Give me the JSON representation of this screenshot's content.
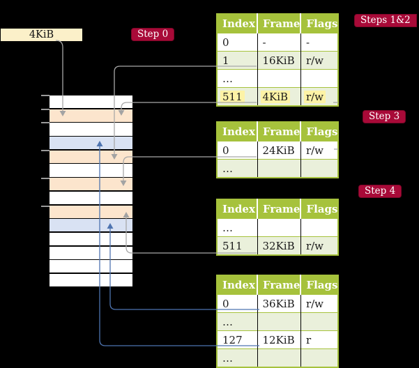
{
  "frame_box": {
    "label": "4KiB"
  },
  "step_labels": {
    "step0": "Step 0",
    "steps_1_2": "Steps 1&2",
    "step3": "Step 3",
    "step4": "Step 4"
  },
  "page_tables": [
    {
      "id": "pt-steps-1-2",
      "headers": [
        "Index",
        "Frame",
        "Flags"
      ],
      "rows": [
        {
          "index": "0",
          "frame": "-",
          "flags": "-"
        },
        {
          "index": "1",
          "frame": "16KiB",
          "flags": "r/w"
        },
        {
          "index": "…",
          "frame": "",
          "flags": ""
        },
        {
          "index": "511",
          "frame": "4KiB",
          "flags": "r/w"
        }
      ]
    },
    {
      "id": "pt-step-3",
      "headers": [
        "Index",
        "Frame",
        "Flags"
      ],
      "rows": [
        {
          "index": "0",
          "frame": "24KiB",
          "flags": "r/w"
        },
        {
          "index": "…",
          "frame": "",
          "flags": ""
        }
      ]
    },
    {
      "id": "pt-step-4",
      "headers": [
        "Index",
        "Frame",
        "Flags"
      ],
      "rows": [
        {
          "index": "…",
          "frame": "",
          "flags": ""
        },
        {
          "index": "511",
          "frame": "32KiB",
          "flags": "r/w"
        }
      ]
    },
    {
      "id": "pt-final",
      "headers": [
        "Index",
        "Frame",
        "Flags"
      ],
      "rows": [
        {
          "index": "0",
          "frame": "36KiB",
          "flags": "r/w"
        },
        {
          "index": "…",
          "frame": "",
          "flags": ""
        },
        {
          "index": "127",
          "frame": "12KiB",
          "flags": "r"
        },
        {
          "index": "…",
          "frame": "",
          "flags": ""
        }
      ]
    }
  ],
  "memory_stack": {
    "rows": [
      "white",
      "peach",
      "white",
      "blue",
      "peach",
      "white",
      "peach",
      "white",
      "peach",
      "blue",
      "white",
      "white",
      "white",
      "white"
    ],
    "tick_positions_y": [
      136,
      156,
      175,
      215,
      255,
      295
    ]
  },
  "colors": {
    "background": "#000000",
    "table_header_green": "#a6c23c",
    "table_row_green": "#eaf0db",
    "frame_used_peach": "#fce5cd",
    "frame_target_blue": "#d9e2f3",
    "highlight_yellow": "#fdf3a6",
    "label_red": "#a80a38",
    "arrow_gray": "#a8a8a8",
    "arrow_blue": "#4e74b0",
    "frame_box_cream": "#fbf0c9"
  }
}
